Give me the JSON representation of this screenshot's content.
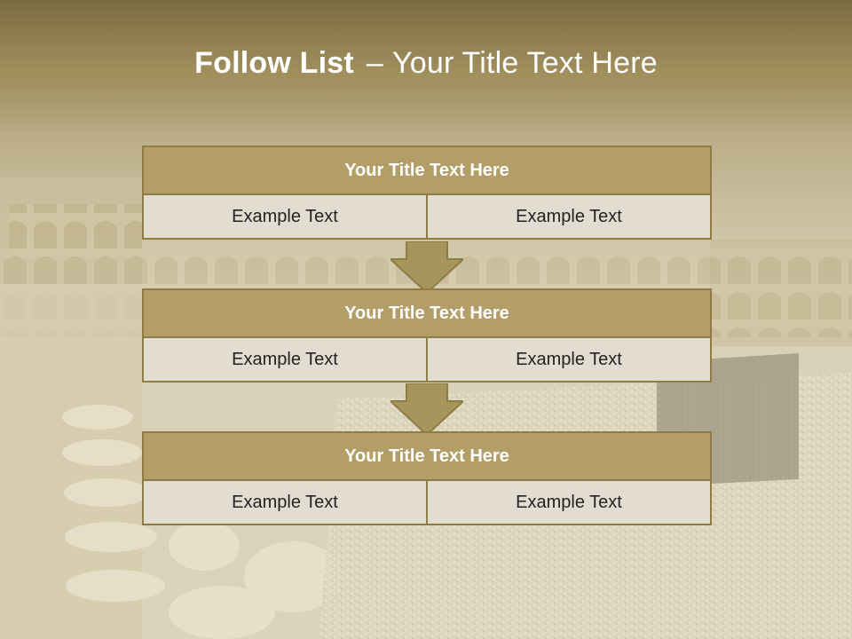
{
  "slide": {
    "title_bold": "Follow List",
    "title_rest": "Your Title Text Here",
    "title_separator": "–"
  },
  "steps": [
    {
      "title": "Your Title Text Here",
      "left": "Example Text",
      "right": "Example Text"
    },
    {
      "title": "Your Title Text Here",
      "left": "Example Text",
      "right": "Example Text"
    },
    {
      "title": "Your Title Text Here",
      "left": "Example Text",
      "right": "Example Text"
    }
  ],
  "colors": {
    "header_fill": "#b29e66",
    "border": "#8e7c46",
    "cell_fill": "#e2ddd0",
    "arrow_fill": "#a8955c"
  }
}
